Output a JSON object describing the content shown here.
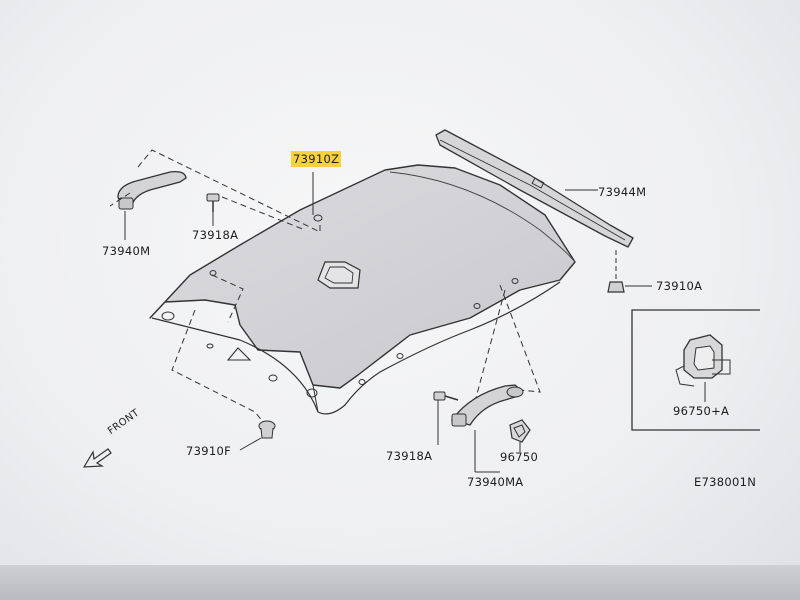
{
  "labels": {
    "headlining": "73910Z",
    "roof_trim_rail": "73944M",
    "clip_right": "73910A",
    "assist_grip_left": "73940M",
    "screw_left": "73918A",
    "clip_front": "73910F",
    "screw_right": "73918A",
    "assist_grip_right": "73940MA",
    "bracket": "96750",
    "detail_bracket": "96750+A",
    "front_indicator": "FRONT",
    "diagram_code": "E738001N"
  },
  "colors": {
    "line": "#333333",
    "highlight": "#f7d23a",
    "part_fill": "#d9d9dc"
  }
}
